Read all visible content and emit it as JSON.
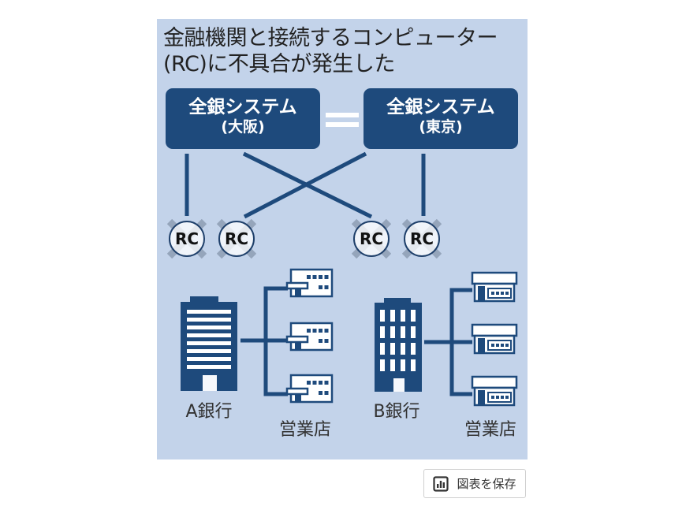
{
  "diagram": {
    "title_line1": "金融機関と接続するコンピューター",
    "title_line2": "(RC)に不具合が発生した",
    "systems": [
      {
        "line1": "全銀システム",
        "line2": "(大阪)"
      },
      {
        "line1": "全銀システム",
        "line2": "(東京)"
      }
    ],
    "system_link_symbol": "=",
    "relay_computers": [
      {
        "label": "RC",
        "status": "failed"
      },
      {
        "label": "RC",
        "status": "failed"
      },
      {
        "label": "RC",
        "status": "failed"
      },
      {
        "label": "RC",
        "status": "failed"
      }
    ],
    "banks": [
      {
        "label": "A銀行",
        "branches_label": "営業店",
        "branch_count": 3
      },
      {
        "label": "B銀行",
        "branches_label": "営業店",
        "branch_count": 3
      }
    ],
    "colors": {
      "background": "#c3d3ea",
      "navy": "#1e4a7c",
      "card": "#f6f8fc",
      "failure_x": "#8e9db3"
    }
  },
  "toolbar": {
    "save_chart_label": "図表を保存",
    "save_chart_icon": "bar-chart-icon"
  }
}
